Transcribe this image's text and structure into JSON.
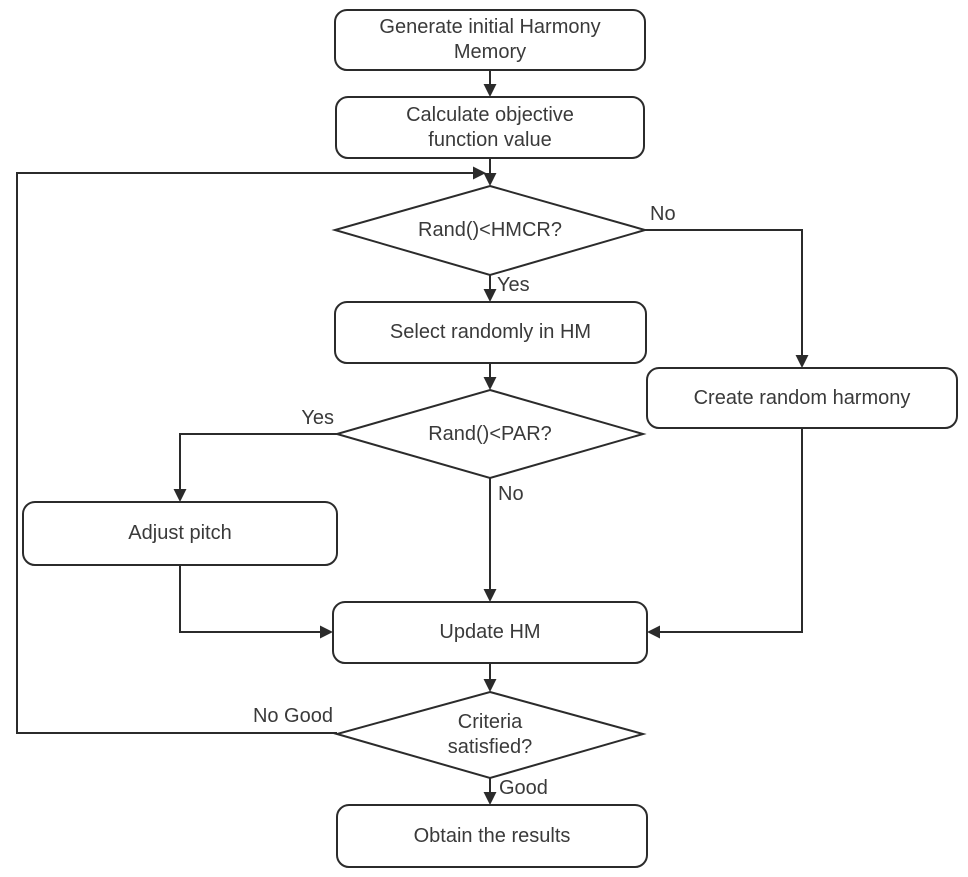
{
  "flowchart": {
    "nodes": {
      "generate": {
        "label": "Generate initial Harmony\nMemory"
      },
      "calculate": {
        "label": "Calculate objective\nfunction value"
      },
      "hmcr": {
        "label": "Rand()<HMCR?"
      },
      "select": {
        "label": "Select randomly in HM"
      },
      "create": {
        "label": "Create random harmony"
      },
      "par": {
        "label": "Rand()<PAR?"
      },
      "adjust": {
        "label": "Adjust pitch"
      },
      "update": {
        "label": "Update HM"
      },
      "criteria": {
        "label": "Criteria\nsatisfied?"
      },
      "obtain": {
        "label": "Obtain the results"
      }
    },
    "edge_labels": {
      "hmcr_yes": "Yes",
      "hmcr_no": "No",
      "par_yes": "Yes",
      "par_no": "No",
      "criteria_good": "Good",
      "criteria_no_good": "No Good"
    },
    "colors": {
      "stroke": "#2b2b2b",
      "text": "#3a3a3a",
      "background": "#ffffff"
    }
  }
}
